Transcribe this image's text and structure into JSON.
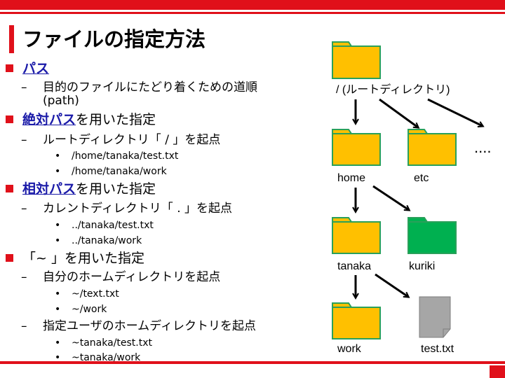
{
  "title": "ファイルの指定方法",
  "bullets": {
    "path": {
      "term": "パス",
      "sub": "目的のファイルにたどり着くための道順",
      "sub_cont": "(path)"
    },
    "absolute": {
      "term": "絶対パス",
      "rest": "を用いた指定",
      "sub": "ルートディレクトリ「 / 」を起点",
      "examples": [
        "/home/tanaka/test.txt",
        "/home/tanaka/work"
      ]
    },
    "relative": {
      "term": "相対パス",
      "rest": "を用いた指定",
      "sub": "カレントディレクトリ「 . 」を起点",
      "examples": [
        "../tanaka/test.txt",
        "../tanaka/work"
      ]
    },
    "tilde": {
      "text": "「~ 」を用いた指定",
      "sub1": "自分のホームディレクトリを起点",
      "examples1": [
        "~/text.txt",
        "~/work"
      ],
      "sub2": "指定ユーザのホームディレクトリを起点",
      "examples2": [
        "~tanaka/test.txt",
        "~tanaka/work"
      ]
    }
  },
  "tree": {
    "root": "/ (ルートディレクトリ)",
    "home": "home",
    "etc": "etc",
    "ellipsis": "....",
    "tanaka": "tanaka",
    "kuriki": "kuriki",
    "work": "work",
    "testfile": "test.txt"
  },
  "colors": {
    "accent": "#e0101a",
    "link": "#1a1aa8",
    "folder": "#ffc000",
    "folder_outline": "#2aa05a",
    "folder_alt": "#00b050",
    "file": "#a6a6a6"
  }
}
